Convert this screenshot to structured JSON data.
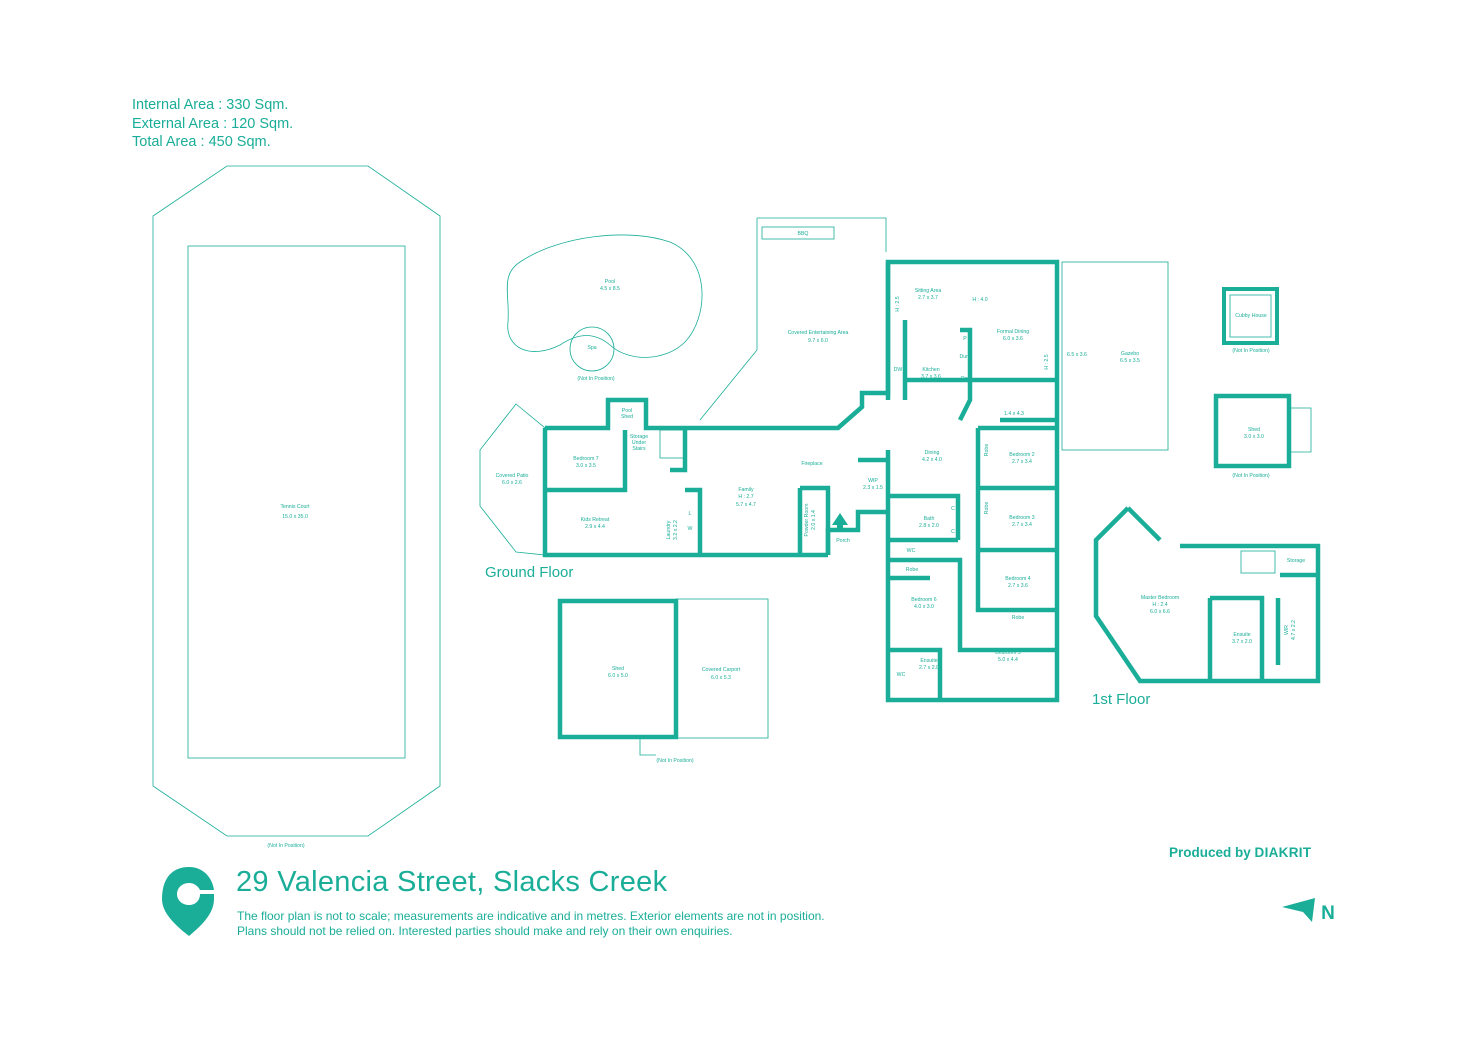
{
  "areas": {
    "internal": "Internal Area : 330 Sqm.",
    "external": "External Area : 120 Sqm.",
    "total": "Total Area : 450 Sqm."
  },
  "floors": {
    "ground": "Ground Floor",
    "first": "1st Floor"
  },
  "rooms": {
    "tennis_name": "Tennis Court",
    "tennis_size": "15.0 x 35.0",
    "tennis_note": "(Not In Position)",
    "pool_name": "Pool",
    "pool_size": "4.5 x 8.5",
    "spa": "Spa",
    "pool_note": "(Not In Position)",
    "pool_shed_1": "Pool",
    "pool_shed_2": "Shed",
    "covered_ent_name": "Covered Entertaining Area",
    "covered_ent_size": "9.7 x 6.0",
    "bbq": "BBQ",
    "covered_patio_name": "Covered Patio",
    "covered_patio_size": "6.0 x 2.6",
    "bed7_name": "Bedroom 7",
    "bed7_size": "3.0 x 3.5",
    "storage_under_1": "Storage",
    "storage_under_2": "Under",
    "storage_under_3": "Stairs",
    "kids_name": "Kids Retreat",
    "kids_size": "2.9 x 4.4",
    "laundry_name": "Laundry",
    "laundry_size": "3.2 x 2.2",
    "l": "L",
    "w": "W",
    "family_name": "Family",
    "family_h": "H : 2.7",
    "family_size": "5.7 x 4.7",
    "fireplace": "Fireplace",
    "powder_name": "Powder Room",
    "powder_size": "2.0 x 1.4",
    "porch": "Porch",
    "sitting_name": "Sitting Area",
    "sitting_size": "2.7 x 3.7",
    "sitting_h": "H : 2.5",
    "h40": "H : 4.0",
    "formal_name": "Formal Dining",
    "formal_size": "6.0 x 3.6",
    "formal_h": "H : 2.5",
    "kitchen_name": "Kitchen",
    "kitchen_size": "3.7 x 3.6",
    "dw": "DW",
    "p": "P",
    "dum": "Dum",
    "ref": "Ref",
    "hall_size": "1.4 x 4.3",
    "dining_name": "Dining",
    "dining_size": "4.2 x 4.0",
    "wip_name": "WIP",
    "wip_size": "2.3 x 1.5",
    "bath_name": "Bath",
    "bath_size": "2.8 x 2.0",
    "c": "C",
    "wc": "WC",
    "bed2_name": "Bedroom 2",
    "bed2_size": "2.7 x 3.4",
    "bed3_name": "Bedroom 3",
    "bed3_size": "2.7 x 3.4",
    "bed4_name": "Bedroom 4",
    "bed4_size": "2.7 x 3.6",
    "bed5_name": "Bedroom 5",
    "bed5_size": "5.0 x 4.4",
    "bed6_name": "Bedroom 6",
    "bed6_size": "4.0 x 3.0",
    "robe": "Robe",
    "ensuite_name": "Ensuite",
    "ensuite_size": "2.7 x 2.0",
    "gazebo_name": "Gazebo",
    "gazebo_size": "6.5 x 3.5",
    "gazebo_dim": "6.5 x 3.6",
    "cubby": "Cubby House",
    "cubby_note": "(Not In Position)",
    "shed2_name": "Shed",
    "shed2_size": "3.0 x 3.0",
    "shed2_note": "(Not In Position)",
    "shed_name": "Shed",
    "shed_size": "6.0 x 5.0",
    "carport_name": "Covered Carport",
    "carport_size": "6.0 x 5.3",
    "shed_note": "(Not In Position)",
    "master_name": "Master Bedroom",
    "master_h": "H : 2.4",
    "master_size": "6.0 x 6.6",
    "storage": "Storage",
    "ensuite1_name": "Ensuite",
    "ensuite1_size": "3.7 x 2.0",
    "wir_name": "WIR",
    "wir_size": "4.7 x 2.2"
  },
  "footer": {
    "address": "29 Valencia Street, Slacks Creek",
    "disclaimer_1": "The floor plan is not to scale; measurements are indicative and in metres. Exterior elements are not in position.",
    "disclaimer_2": "Plans should not be relied on. Interested parties should make and rely on their own enquiries.",
    "produced_by": "Produced by",
    "brand": "DIAKRIT",
    "north": "N"
  },
  "colors": {
    "accent": "#1aae98"
  },
  "icons": {
    "logo": "location-pin-logo-icon",
    "north": "north-arrow-icon",
    "entry": "entry-arrow-icon"
  }
}
